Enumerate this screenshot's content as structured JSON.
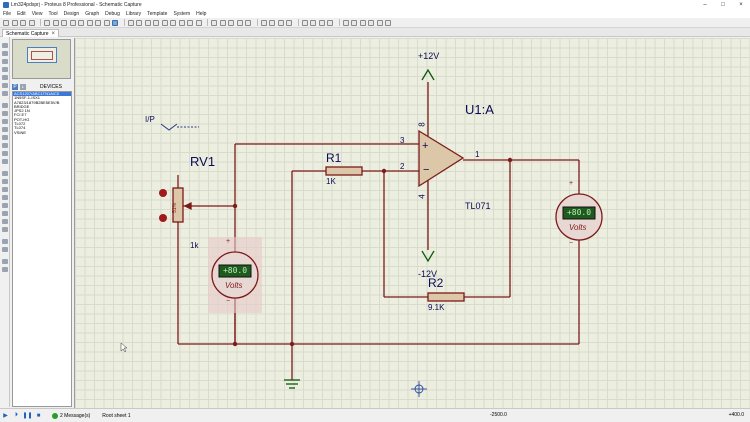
{
  "window": {
    "title": "Lm324pdsprj - Proteus 8 Professional - Schematic Capture",
    "minimize": "–",
    "maximize": "□",
    "close": "×"
  },
  "menu": [
    "File",
    "Edit",
    "View",
    "Tool",
    "Design",
    "Graph",
    "Debug",
    "Library",
    "Template",
    "System",
    "Help"
  ],
  "tab": {
    "label": "Schematic Capture",
    "close": "×"
  },
  "devices": {
    "header_p": "P",
    "header_l": "L",
    "title": "DEVICES",
    "items": [
      "ACS1207/ABC1TN1A/C0",
      "1N5SF-1-ISX1",
      "A7823/1879B2BE5E5V/B",
      "BRIDGE",
      "JPS2 1N",
      "FCI E7",
      "POT-HG",
      "TL072",
      "TL074",
      "VSINE"
    ],
    "selected_index": 0
  },
  "schematic": {
    "vcc": "+12V",
    "vee": "-12V",
    "opamp_ref": "U1:A",
    "opamp_part": "TL071",
    "pin_plus": "3",
    "pin_minus": "2",
    "pin_out": "1",
    "pin_vcc": "8",
    "pin_vee": "4",
    "sym_plus": "+",
    "sym_minus": "−",
    "r1_ref": "R1",
    "r1_val": "1K",
    "r2_ref": "R2",
    "r2_val": "9.1K",
    "rv1_ref": "RV1",
    "rv1_val": "1k",
    "rv1_pct": "51%",
    "input_label": "I/P",
    "vm1_reading": "+80.0",
    "vm1_label": "Volts",
    "vm2_reading": "+80.0",
    "vm2_label": "Volts",
    "vm_plus": "+",
    "vm_minus": "−"
  },
  "status": {
    "messages": "2 Message(s)",
    "sheet": "Root sheet 1",
    "coord_x": "-2500.0",
    "coord_y": "+400.0"
  },
  "colors": {
    "wire": "#7d1a1a",
    "component": "#7d1a1a",
    "power": "#0a5a0a",
    "text": "#0a0a55",
    "meter_screen": "#1f5a1f"
  }
}
